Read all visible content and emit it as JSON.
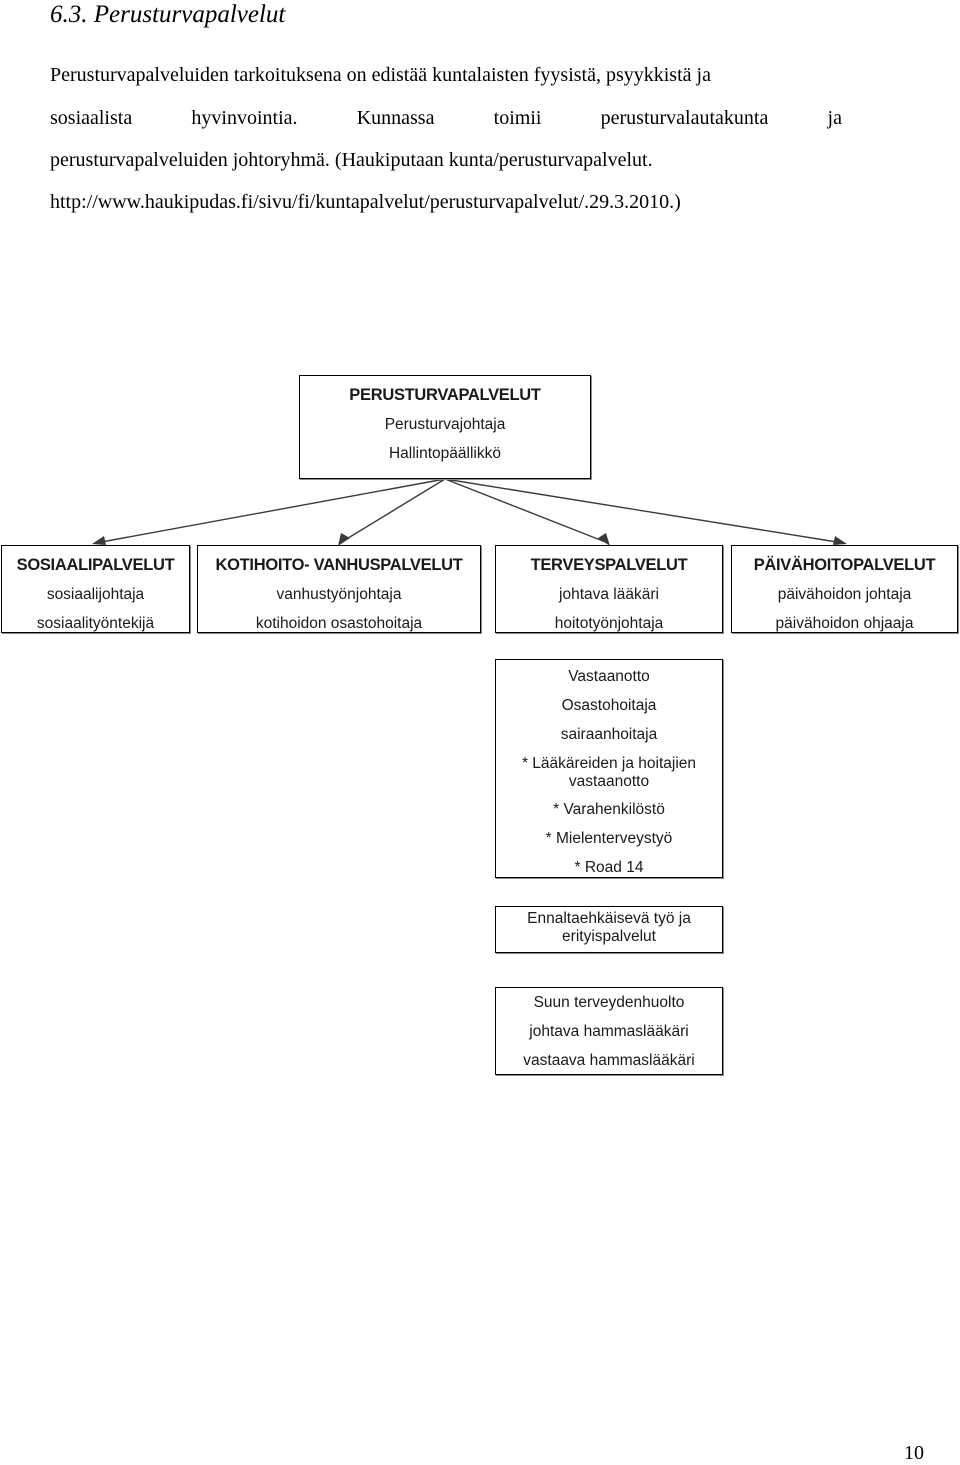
{
  "heading": "6.3. Perusturvapalvelut",
  "paragraph": {
    "line1": "Perusturvapalveluiden tarkoituksena on edistää kuntalaisten fyysistä, psyykkistä ja",
    "line2_words": [
      "sosiaalista",
      "hyvinvointia.",
      "Kunnassa",
      "toimii",
      "perusturvalautakunta",
      "ja"
    ],
    "line3": "perusturvapalveluiden johtoryhmä. (Haukiputaan kunta/perusturvapalvelut.",
    "line4": "http://www.haukipudas.fi/sivu/fi/kuntapalvelut/perusturvapalvelut/.29.3.2010.)"
  },
  "org_chart": {
    "root": {
      "title": "PERUSTURVAPALVELUT",
      "lines": [
        "Perusturvajohtaja",
        "Hallintopäällikkö"
      ]
    },
    "units": [
      {
        "title": "SOSIAALIPALVELUT",
        "lines": [
          "sosiaalijohtaja",
          "sosiaalityöntekijä"
        ]
      },
      {
        "title": "KOTIHOITO- VANHUSPALVELUT",
        "lines": [
          "vanhustyönjohtaja",
          "kotihoidon osastohoitaja"
        ]
      },
      {
        "title": "TERVEYSPALVELUT",
        "lines": [
          "johtava lääkäri",
          "hoitotyönjohtaja"
        ]
      },
      {
        "title": "PÄIVÄHOITOPALVELUT",
        "lines": [
          "päivähoidon johtaja",
          "päivähoidon ohjaaja"
        ]
      }
    ],
    "health_details": [
      {
        "lines": [
          "Vastaanotto",
          "Osastohoitaja",
          "sairaanhoitaja",
          "* Lääkäreiden ja hoitajien",
          "vastaanotto",
          "* Varahenkilöstö",
          "* Mielenterveystyö",
          "* Road 14"
        ]
      },
      {
        "lines": [
          "Ennaltaehkäisevä työ ja",
          "erityispalvelut"
        ]
      },
      {
        "lines": [
          "Suun terveydenhuolto",
          "johtava hammaslääkäri",
          "vastaava hammaslääkäri"
        ]
      }
    ]
  },
  "page_number": "10"
}
